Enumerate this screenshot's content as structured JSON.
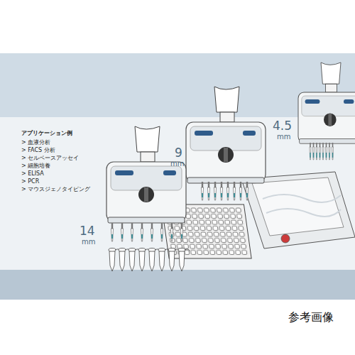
{
  "diagram": {
    "caption": "参考画像",
    "labels": [
      "アプリケーション例",
      "> 血液分析",
      "> FACS 分析",
      "> セルベースアッセイ",
      "> 細胞培養",
      "> ELISA",
      "> PCR",
      "> マウスジェノタイピング",
      "14",
      "mm",
      "9",
      "mm",
      "4.5",
      "mm"
    ]
  }
}
